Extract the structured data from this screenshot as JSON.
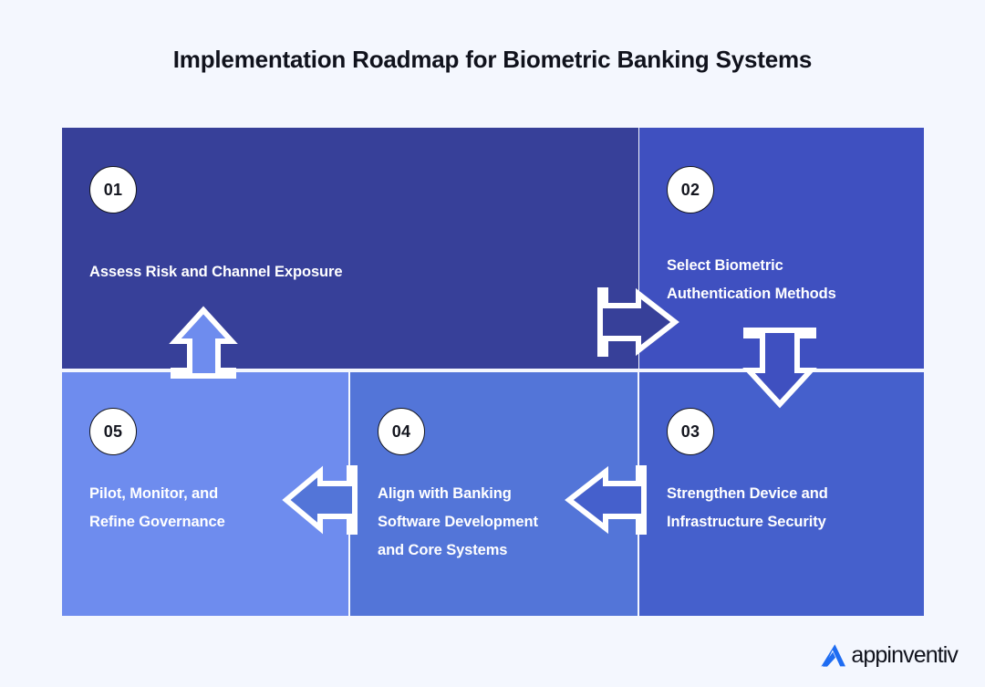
{
  "page": {
    "background_color": "#f4f7fe",
    "title": "Implementation Roadmap for Biometric Banking Systems"
  },
  "diagram": {
    "type": "process-roadmap",
    "steps": [
      {
        "number": "01",
        "label": "Assess Risk and Channel Exposure",
        "color": "#374099"
      },
      {
        "number": "02",
        "label": "Select Biometric\nAuthentication Methods",
        "color": "#3f50c0"
      },
      {
        "number": "03",
        "label": "Strengthen Device and\nInfrastructure Security",
        "color": "#4560cc"
      },
      {
        "number": "04",
        "label": "Align with Banking\nSoftware Development\nand Core Systems",
        "color": "#5375d8"
      },
      {
        "number": "05",
        "label": "Pilot, Monitor, and\nRefine Governance",
        "color": "#6e8cee"
      }
    ],
    "flow": [
      {
        "from": "01",
        "to": "02",
        "direction": "right"
      },
      {
        "from": "02",
        "to": "03",
        "direction": "down"
      },
      {
        "from": "03",
        "to": "04",
        "direction": "left"
      },
      {
        "from": "04",
        "to": "05",
        "direction": "left"
      },
      {
        "from": "05",
        "to": "01",
        "direction": "up"
      }
    ],
    "arrow_outline_color": "#ffffff"
  },
  "logo": {
    "name": "appinventiv",
    "mark_color": "#1e6cf2",
    "text_color": "#11131d"
  }
}
